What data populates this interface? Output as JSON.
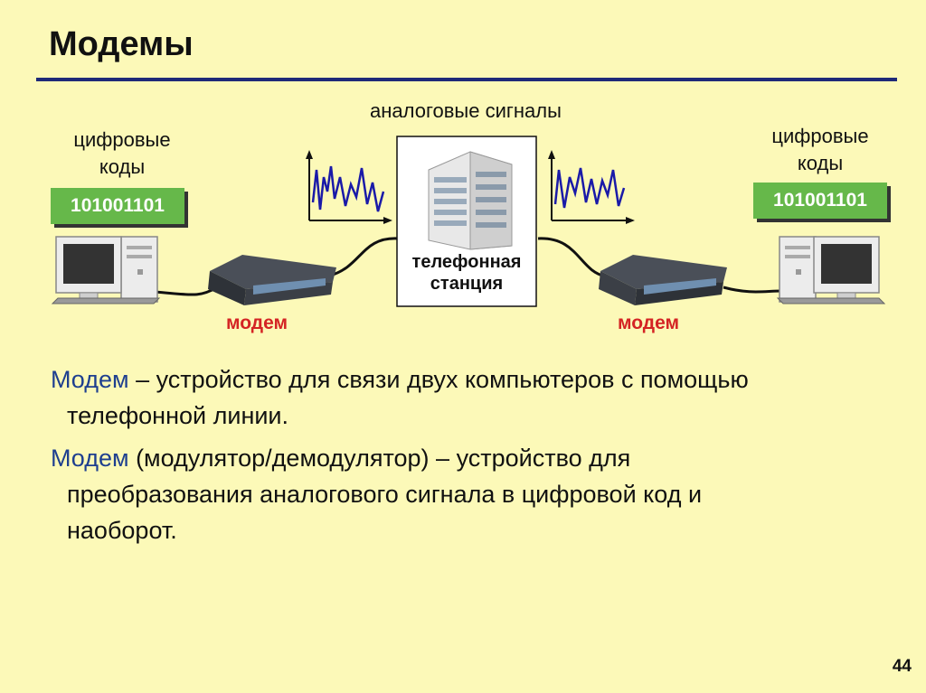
{
  "slide": {
    "title": "Модемы",
    "page_number": "44"
  },
  "diagram": {
    "analog_label": "аналоговые сигналы",
    "left_digital_label_line1": "цифровые",
    "left_digital_label_line2": "коды",
    "right_digital_label_line1": "цифровые",
    "right_digital_label_line2": "коды",
    "left_code": "101001101",
    "right_code": "101001101",
    "left_modem_label": "модем",
    "right_modem_label": "модем",
    "station_line1": "телефонная",
    "station_line2": "станция"
  },
  "definitions": [
    {
      "term": "Модем",
      "line1": " – устройство для связи двух компьютеров с помощью",
      "line2": "телефонной линии."
    },
    {
      "term": "Модем",
      "line1": " (модулятор/демодулятор) – устройство для",
      "line2": "преобразования аналогового сигнала в цифровой код и",
      "line3": "наоборот."
    }
  ],
  "colors": {
    "background": "#fcf9b8",
    "title_rule": "#1e2a78",
    "term": "#1e3f8f",
    "modem_label": "#d42424",
    "code_box": "#66b84a",
    "signal": "#1a1aa8"
  }
}
